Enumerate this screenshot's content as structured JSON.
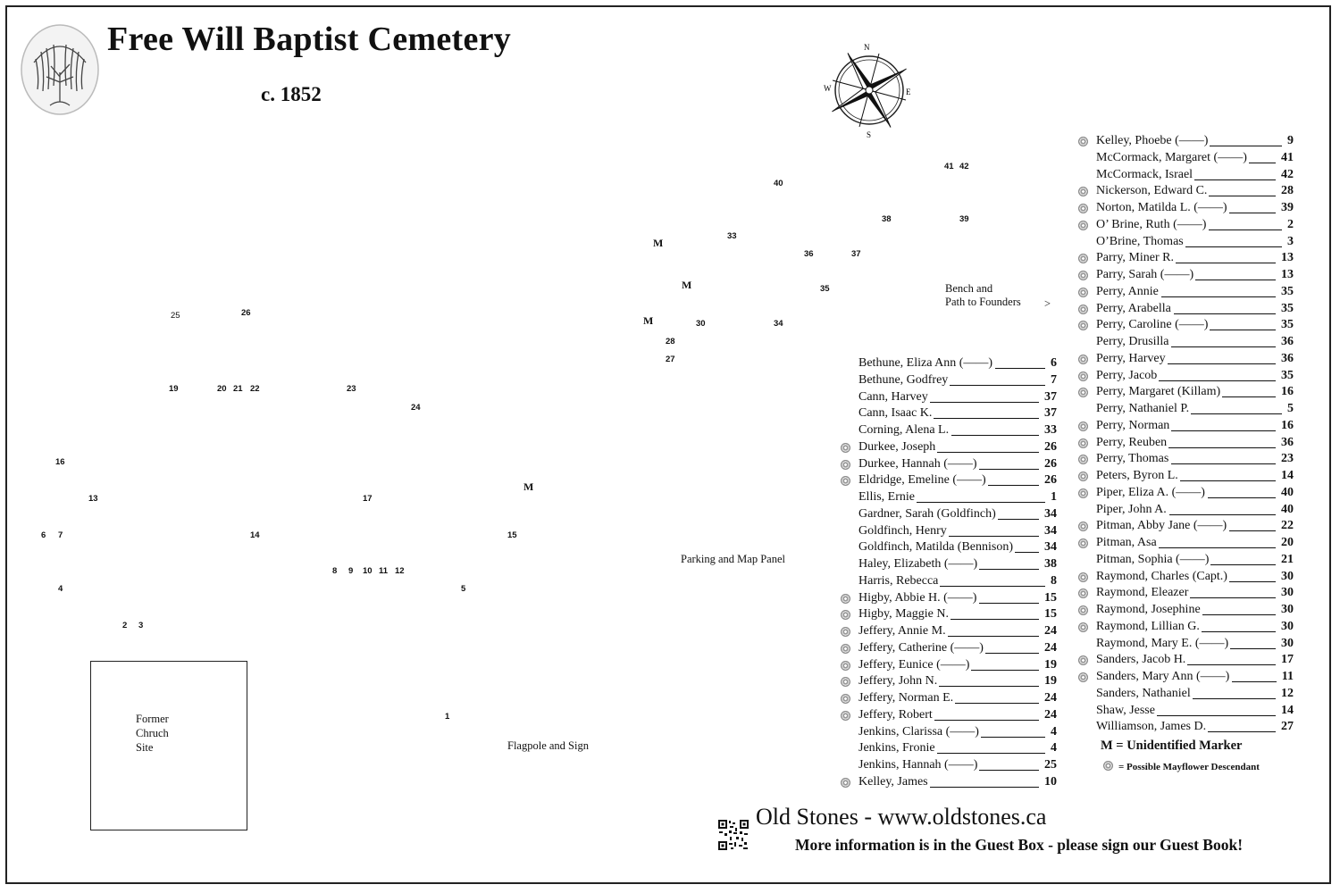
{
  "header": {
    "title": "Free Will Baptist Cemetery",
    "subtitle": "c. 1852"
  },
  "compass": {
    "icon": "compass-rose-icon",
    "letters": [
      "N",
      "S",
      "E",
      "W"
    ]
  },
  "logo": {
    "icon": "willow-tree-icon"
  },
  "map": {
    "plots": [
      "1",
      "2",
      "3",
      "4",
      "5",
      "6",
      "7",
      "8",
      "9",
      "10",
      "11",
      "12",
      "13",
      "14",
      "15",
      "16",
      "17",
      "19",
      "20",
      "21",
      "22",
      "23",
      "24",
      "25",
      "26",
      "27",
      "28",
      "30",
      "33",
      "34",
      "35",
      "36",
      "37",
      "38",
      "39",
      "40",
      "41",
      "42"
    ],
    "unidentified_marker": "M",
    "labels": {
      "bench": "Bench and",
      "bench2": "Path to Founders",
      "bench_arrow": ">",
      "parking": "Parking and Map Panel",
      "flagpole": "Flagpole and Sign",
      "church": [
        "Former",
        "Chruch",
        "Site"
      ]
    }
  },
  "burials_left": [
    {
      "name": "Bethune, Eliza Ann (——)",
      "plot": "6",
      "mayflower": false
    },
    {
      "name": "Bethune, Godfrey",
      "plot": "7",
      "mayflower": false
    },
    {
      "name": "Cann, Harvey",
      "plot": "37",
      "mayflower": false
    },
    {
      "name": "Cann, Isaac K.",
      "plot": "37",
      "mayflower": false
    },
    {
      "name": "Corning, Alena L.",
      "plot": "33",
      "mayflower": false
    },
    {
      "name": "Durkee, Joseph",
      "plot": "26",
      "mayflower": true
    },
    {
      "name": "Durkee, Hannah (——)",
      "plot": "26",
      "mayflower": true
    },
    {
      "name": "Eldridge, Emeline (——)",
      "plot": "26",
      "mayflower": true
    },
    {
      "name": "Ellis, Ernie",
      "plot": "1",
      "mayflower": false
    },
    {
      "name": "Gardner, Sarah (Goldfinch)",
      "plot": "34",
      "mayflower": false
    },
    {
      "name": "Goldfinch, Henry",
      "plot": "34",
      "mayflower": false
    },
    {
      "name": "Goldfinch, Matilda (Bennison)",
      "plot": "34",
      "mayflower": false
    },
    {
      "name": "Haley, Elizabeth (——)",
      "plot": "38",
      "mayflower": false
    },
    {
      "name": "Harris, Rebecca",
      "plot": "8",
      "mayflower": false
    },
    {
      "name": "Higby, Abbie H. (——)",
      "plot": "15",
      "mayflower": true
    },
    {
      "name": "Higby, Maggie N.",
      "plot": "15",
      "mayflower": true
    },
    {
      "name": "Jeffery, Annie M.",
      "plot": "24",
      "mayflower": true
    },
    {
      "name": "Jeffery, Catherine (——)",
      "plot": "24",
      "mayflower": true
    },
    {
      "name": "Jeffery, Eunice (——)",
      "plot": "19",
      "mayflower": true
    },
    {
      "name": "Jeffery, John N.",
      "plot": "19",
      "mayflower": true
    },
    {
      "name": "Jeffery, Norman E.",
      "plot": "24",
      "mayflower": true
    },
    {
      "name": "Jeffery, Robert",
      "plot": "24",
      "mayflower": true
    },
    {
      "name": "Jenkins, Clarissa (——)",
      "plot": "4",
      "mayflower": false
    },
    {
      "name": "Jenkins, Fronie",
      "plot": "4",
      "mayflower": false
    },
    {
      "name": "Jenkins, Hannah (——)",
      "plot": "25",
      "mayflower": false
    },
    {
      "name": "Kelley, James",
      "plot": "10",
      "mayflower": true
    }
  ],
  "burials_right": [
    {
      "name": "Kelley, Phoebe (——)",
      "plot": "9",
      "mayflower": true
    },
    {
      "name": "McCormack, Margaret (——)",
      "plot": "41",
      "mayflower": false
    },
    {
      "name": "McCormack, Israel",
      "plot": "42",
      "mayflower": false
    },
    {
      "name": "Nickerson, Edward C.",
      "plot": "28",
      "mayflower": true
    },
    {
      "name": "Norton, Matilda L. (——)",
      "plot": "39",
      "mayflower": true
    },
    {
      "name": "O’ Brine, Ruth (——)",
      "plot": "2",
      "mayflower": true
    },
    {
      "name": "O’Brine, Thomas",
      "plot": "3",
      "mayflower": false
    },
    {
      "name": "Parry, Miner R.",
      "plot": "13",
      "mayflower": true
    },
    {
      "name": "Parry, Sarah (——)",
      "plot": "13",
      "mayflower": true
    },
    {
      "name": "Perry, Annie",
      "plot": "35",
      "mayflower": true
    },
    {
      "name": "Perry, Arabella",
      "plot": "35",
      "mayflower": true
    },
    {
      "name": "Perry, Caroline (——)",
      "plot": "35",
      "mayflower": true
    },
    {
      "name": "Perry, Drusilla",
      "plot": "36",
      "mayflower": false
    },
    {
      "name": "Perry, Harvey",
      "plot": "36",
      "mayflower": true
    },
    {
      "name": "Perry, Jacob",
      "plot": "35",
      "mayflower": true
    },
    {
      "name": "Perry, Margaret (Killam)",
      "plot": "16",
      "mayflower": true
    },
    {
      "name": "Perry, Nathaniel P.",
      "plot": "5",
      "mayflower": false
    },
    {
      "name": "Perry, Norman",
      "plot": "16",
      "mayflower": true
    },
    {
      "name": "Perry, Reuben",
      "plot": "36",
      "mayflower": true
    },
    {
      "name": "Perry, Thomas",
      "plot": "23",
      "mayflower": true
    },
    {
      "name": "Peters, Byron L.",
      "plot": "14",
      "mayflower": true
    },
    {
      "name": "Piper, Eliza A. (——)",
      "plot": "40",
      "mayflower": true
    },
    {
      "name": "Piper, John A.",
      "plot": "40",
      "mayflower": false
    },
    {
      "name": "Pitman, Abby Jane (——)",
      "plot": "22",
      "mayflower": true
    },
    {
      "name": "Pitman, Asa",
      "plot": "20",
      "mayflower": true
    },
    {
      "name": "Pitman, Sophia (——)",
      "plot": "21",
      "mayflower": false
    },
    {
      "name": "Raymond, Charles (Capt.)",
      "plot": "30",
      "mayflower": true
    },
    {
      "name": "Raymond, Eleazer",
      "plot": "30",
      "mayflower": true
    },
    {
      "name": "Raymond, Josephine",
      "plot": "30",
      "mayflower": true
    },
    {
      "name": "Raymond, Lillian G.",
      "plot": "30",
      "mayflower": true
    },
    {
      "name": "Raymond, Mary E. (——)",
      "plot": "30",
      "mayflower": false
    },
    {
      "name": "Sanders, Jacob H.",
      "plot": "17",
      "mayflower": true
    },
    {
      "name": "Sanders, Mary Ann (——)",
      "plot": "11",
      "mayflower": true
    },
    {
      "name": "Sanders, Nathaniel",
      "plot": "12",
      "mayflower": false
    },
    {
      "name": "Shaw, Jesse",
      "plot": "14",
      "mayflower": false
    },
    {
      "name": "Williamson, James D.",
      "plot": "27",
      "mayflower": false
    }
  ],
  "legend": {
    "m_label": "M = Unidentified Marker",
    "flower_label": "= Possible Mayflower Descendant",
    "flower_icon": "mayflower-icon"
  },
  "footer": {
    "qr_icon": "qr-code-icon",
    "website": "Old Stones - www.oldstones.ca",
    "guest_note": "More information is in the Guest Box - please sign our Guest Book!"
  }
}
